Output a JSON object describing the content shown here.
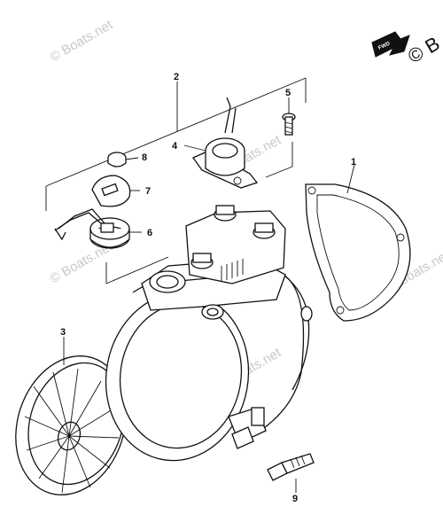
{
  "watermarks": [
    "© Boats.net",
    "© Boats.net",
    "© Boats.net",
    "© Boats.net",
    "© Boats.net"
  ],
  "copyright_corner": "© B",
  "fwd_badge": "FWD",
  "callouts": {
    "c1": "1",
    "c2": "2",
    "c3": "3",
    "c4": "4",
    "c5": "5",
    "c6": "6",
    "c7": "7",
    "c8": "8",
    "c9": "9"
  }
}
